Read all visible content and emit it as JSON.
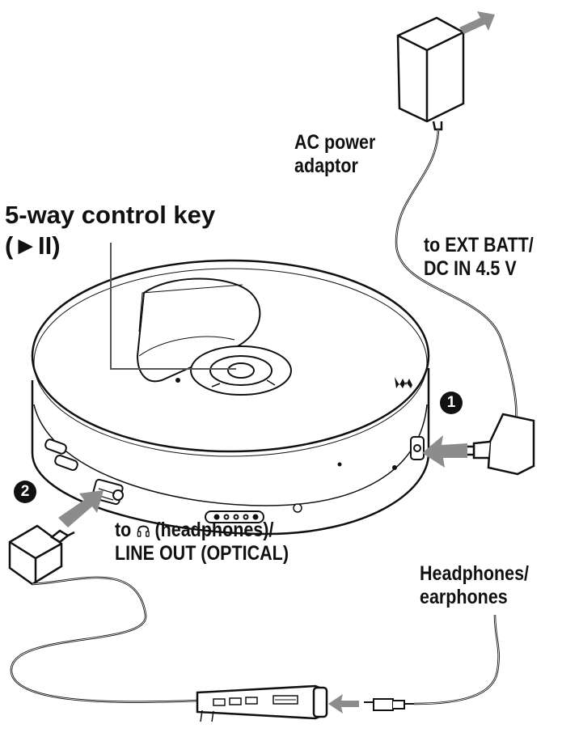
{
  "labels": {
    "ac_adaptor": [
      "AC power",
      "adaptor"
    ],
    "control_key": [
      "5-way control key",
      "(►II)"
    ],
    "dc_in": [
      "to EXT BATT/",
      "DC IN 4.5 V"
    ],
    "line_out": {
      "prefix": "to",
      "rest": "(headphones)/",
      "line2": "LINE OUT (OPTICAL)"
    },
    "headphones": [
      "Headphones/",
      "earphones"
    ]
  },
  "steps": [
    "1",
    "2"
  ],
  "icons": {
    "headphones_glyph": "headphones-icon",
    "brand_logo": "walkman-logo-icon",
    "arrows": "arrow-icon"
  },
  "colors": {
    "ink": "#111111",
    "arrow_gray": "#8c8c8c",
    "background": "#ffffff"
  }
}
